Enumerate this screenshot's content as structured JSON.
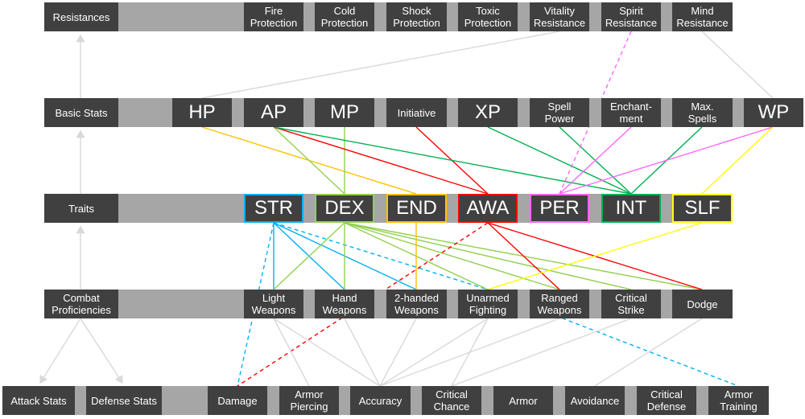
{
  "rows": {
    "resistances": {
      "label": "Resistances",
      "boxes": [
        "Fire\nProtection",
        "Cold\nProtection",
        "Shock\nProtection",
        "Toxic\nProtection",
        "Vitality\nResistance",
        "Spirit\nResistance",
        "Mind\nResistance"
      ]
    },
    "basic_stats": {
      "label": "Basic Stats",
      "boxes": [
        "HP",
        "AP",
        "MP",
        "Initiative",
        "XP",
        "Spell\nPower",
        "Enchant-\nment",
        "Max.\nSpells",
        "WP"
      ]
    },
    "traits": {
      "label": "Traits",
      "boxes": [
        "STR",
        "DEX",
        "END",
        "AWA",
        "PER",
        "INT",
        "SLF"
      ]
    },
    "combat_proficiencies": {
      "label": "Combat\nProficiencies",
      "boxes": [
        "Light\nWeapons",
        "Hand\nWeapons",
        "2-handed\nWeapons",
        "Unarmed\nFighting",
        "Ranged\nWeapons",
        "Critical\nStrike",
        "Dodge"
      ]
    },
    "bottom": {
      "attack_stats": "Attack Stats",
      "defense_stats": "Defense Stats",
      "boxes": [
        "Damage",
        "Armor\nPiercing",
        "Accuracy",
        "Critical\nChance",
        "Armor",
        "Avoidance",
        "Critical\nDefense",
        "Armor\nTraining"
      ]
    }
  },
  "colors": {
    "STR": "#00b0f0",
    "DEX": "#92d050",
    "END": "#ffc000",
    "AWA": "#ff0000",
    "PER": "#ff66ff",
    "INT": "#00b050",
    "SLF": "#ffff00",
    "neutral_line": "#d9d9d9",
    "box": "#404040",
    "bar": "#a6a6a6"
  }
}
